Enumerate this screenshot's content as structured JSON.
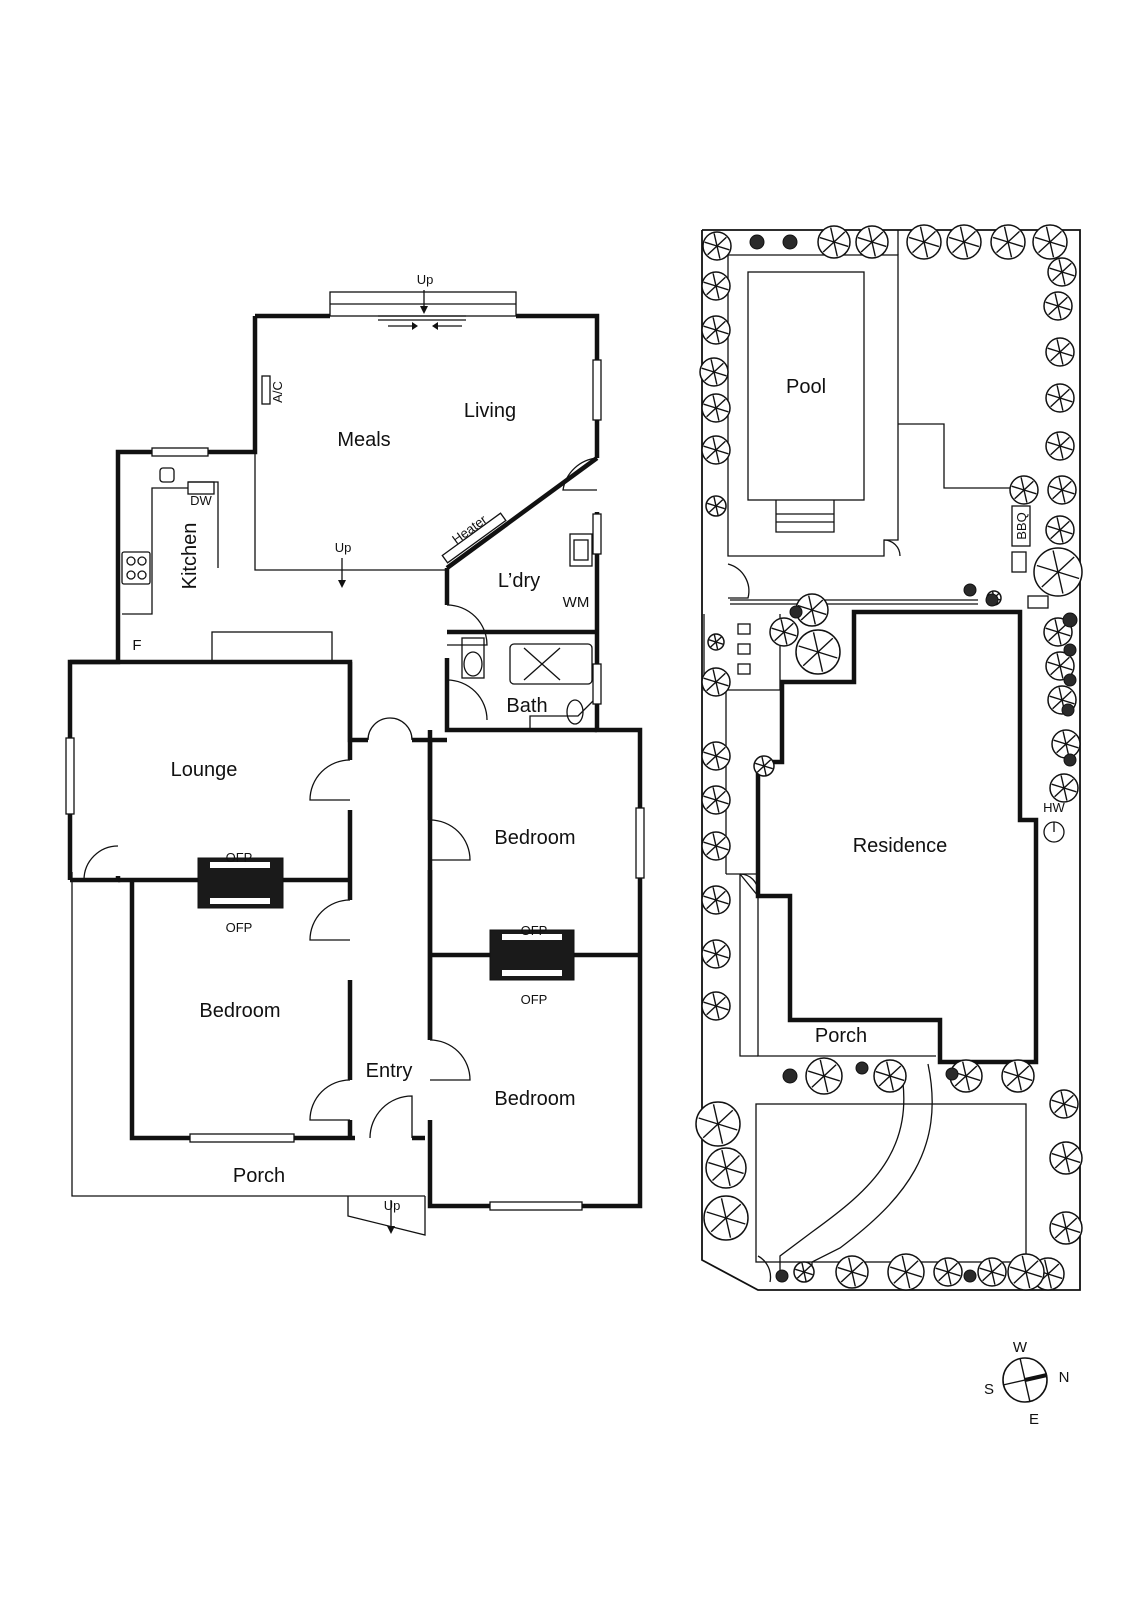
{
  "floor_plan": {
    "rooms": {
      "meals": "Meals",
      "living": "Living",
      "kitchen": "Kitchen",
      "laundry": "L’dry",
      "bath": "Bath",
      "lounge": "Lounge",
      "bedroom_left": "Bedroom",
      "bedroom_right_top": "Bedroom",
      "bedroom_right_bottom": "Bedroom",
      "entry": "Entry",
      "porch": "Porch"
    },
    "fixtures": {
      "ac": "A/C",
      "dw": "DW",
      "heater": "Heater",
      "wm": "WM",
      "fridge": "F",
      "ofp": "OFP"
    },
    "stairs": {
      "up_top": "Up",
      "up_kitchen": "Up",
      "up_porch": "Up"
    }
  },
  "site_plan": {
    "labels": {
      "pool": "Pool",
      "residence": "Residence",
      "porch": "Porch",
      "bbq": "BBQ",
      "hw": "HW"
    }
  },
  "compass": {
    "north": "N",
    "south": "S",
    "east": "E",
    "west": "W"
  }
}
